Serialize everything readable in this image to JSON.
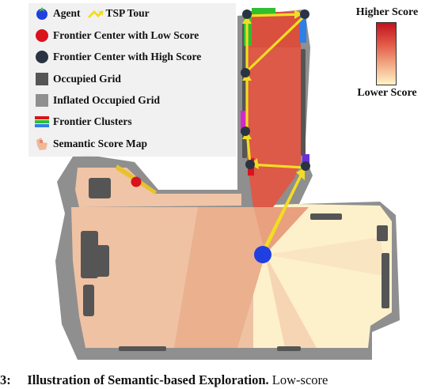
{
  "legend": {
    "agent": "Agent",
    "tsp_tour": "TSP Tour",
    "frontier_low": "Frontier Center with Low Score",
    "frontier_high": "Frontier Center with High Score",
    "occupied": "Occupied Grid",
    "inflated": "Inflated Occupied Grid",
    "frontier_clusters": "Frontier Clusters",
    "semantic_map": "Semantic Score Map"
  },
  "colorbar": {
    "high_label": "Higher Score",
    "low_label": "Lower Score",
    "high_color": "#c0141e",
    "low_color": "#fff3c8"
  },
  "caption": {
    "prefix": "3:",
    "title": "Illustration of Semantic-based Exploration.",
    "rest": "Low-score"
  },
  "colors": {
    "agent": "#1f3fe0",
    "tour": "#f2dd22",
    "frontier_low": "#d9121c",
    "frontier_high": "#2a3342",
    "occupied": "#555555",
    "inflated": "#8f8f8f"
  }
}
